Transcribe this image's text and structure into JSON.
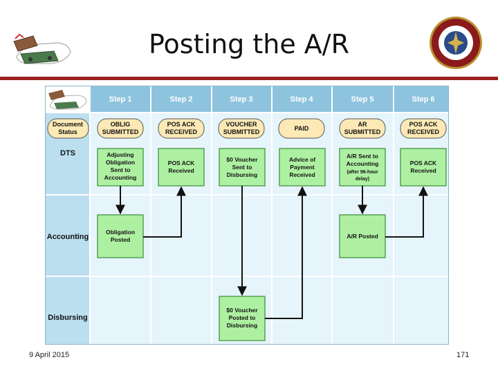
{
  "slide": {
    "title": "Posting the A/R",
    "date": "9 April 2015",
    "page_number": "171"
  },
  "diagram": {
    "steps": [
      "Step 1",
      "Step 2",
      "Step 3",
      "Step 4",
      "Step 5",
      "Step 6"
    ],
    "status_header": [
      "Document",
      "Status"
    ],
    "statuses": [
      [
        "OBLIG",
        "SUBMITTED"
      ],
      [
        "POS ACK",
        "RECEIVED"
      ],
      [
        "VOUCHER",
        "SUBMITTED"
      ],
      [
        "PAID"
      ],
      [
        "AR",
        "SUBMITTED"
      ],
      [
        "POS ACK",
        "RECEIVED"
      ]
    ],
    "lanes": [
      "DTS",
      "Accounting",
      "Disbursing"
    ],
    "boxes": {
      "dts": [
        [
          "Adjusting",
          "Obligation",
          "Sent to",
          "Accounting"
        ],
        [
          "POS ACK",
          "Received"
        ],
        [
          "$0 Voucher",
          "Sent to",
          "Disbursing"
        ],
        [
          "Advice of",
          "Payment",
          "Received"
        ],
        [
          "A/R Sent to",
          "Accounting",
          "(after 96-hour",
          "delay)"
        ],
        [
          "POS ACK",
          "Received"
        ]
      ],
      "accounting": [
        [
          "Obligation",
          "Posted"
        ],
        [
          "A/R Posted"
        ]
      ],
      "disbursing": [
        [
          "$0 Voucher",
          "Posted to",
          "Disbursing"
        ]
      ]
    },
    "colors": {
      "header_bg": "#8ec3de",
      "lane_bg": "#d9eef9",
      "box_fill": "#aef0a2",
      "box_stroke": "#3a8a3a",
      "pill_fill": "#fce9b5",
      "title_rule": "#9b2020"
    }
  }
}
